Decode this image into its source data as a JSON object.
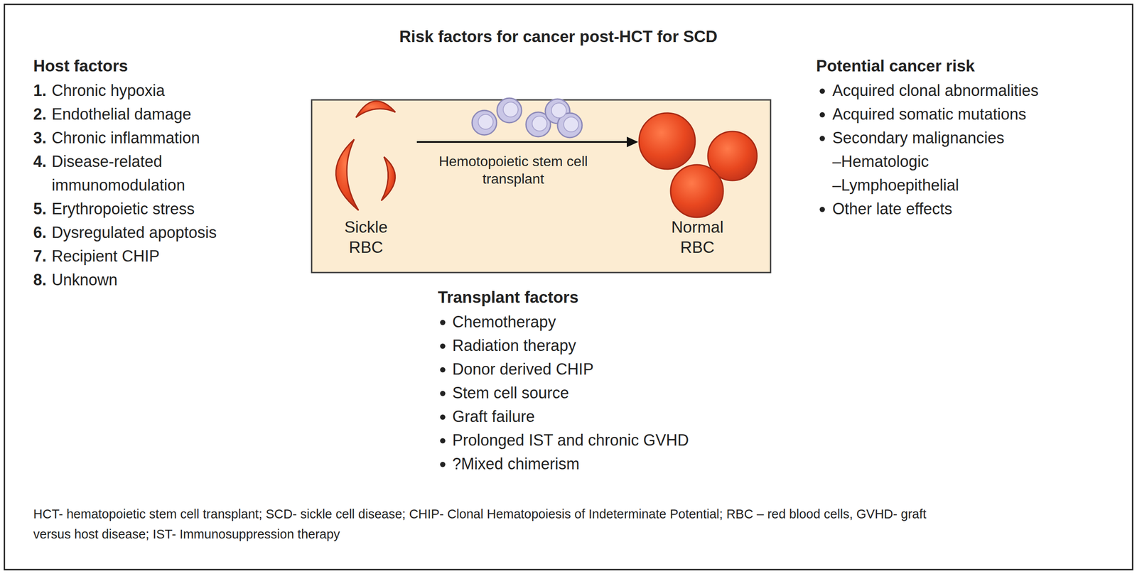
{
  "diagram": {
    "title": "Risk factors for cancer post-HCT for SCD",
    "caption": "HCT- hematopoietic stem cell transplant; SCD- sickle cell disease; CHIP- Clonal Hematopoiesis of Indeterminate Potential; RBC – red blood cells, GVHD- graft versus host disease; IST- Immunosuppression therapy",
    "nodes": [
      {
        "text": [
          "Hemotopoietic stem cell transplant"
        ]
      },
      {
        "text": [
          "Sickle RBC"
        ],
        "in": 0
      },
      {
        "text": [
          "Normal RBC"
        ],
        "in": 0
      }
    ],
    "edges": [
      {
        "from": 1,
        "to": 2,
        "arrow": "to"
      }
    ],
    "labels": [
      "Host factors",
      "1.",
      "Chronic hypoxia",
      "2.",
      "Endothelial damage",
      "3.",
      "Chronic inflammation",
      "4.",
      "Disease-related immunomodulation",
      "5.",
      "Erythropoietic stress",
      "6.",
      "Dysregulated apoptosis",
      "7.",
      "Recipient CHIP",
      "8.",
      "Unknown",
      "Potential cancer risk",
      "Acquired clonal abnormalities",
      "Acquired somatic mutations",
      "Secondary malignancies",
      "–Hematologic",
      "–Lymphoepithelial",
      "Other late effects",
      "Transplant factors",
      "Chemotherapy",
      "Radiation therapy",
      "Donor derived CHIP",
      "Stem cell source",
      "Graft failure",
      "Prolonged IST and chronic GVHD",
      "?Mixed chimerism"
    ]
  }
}
